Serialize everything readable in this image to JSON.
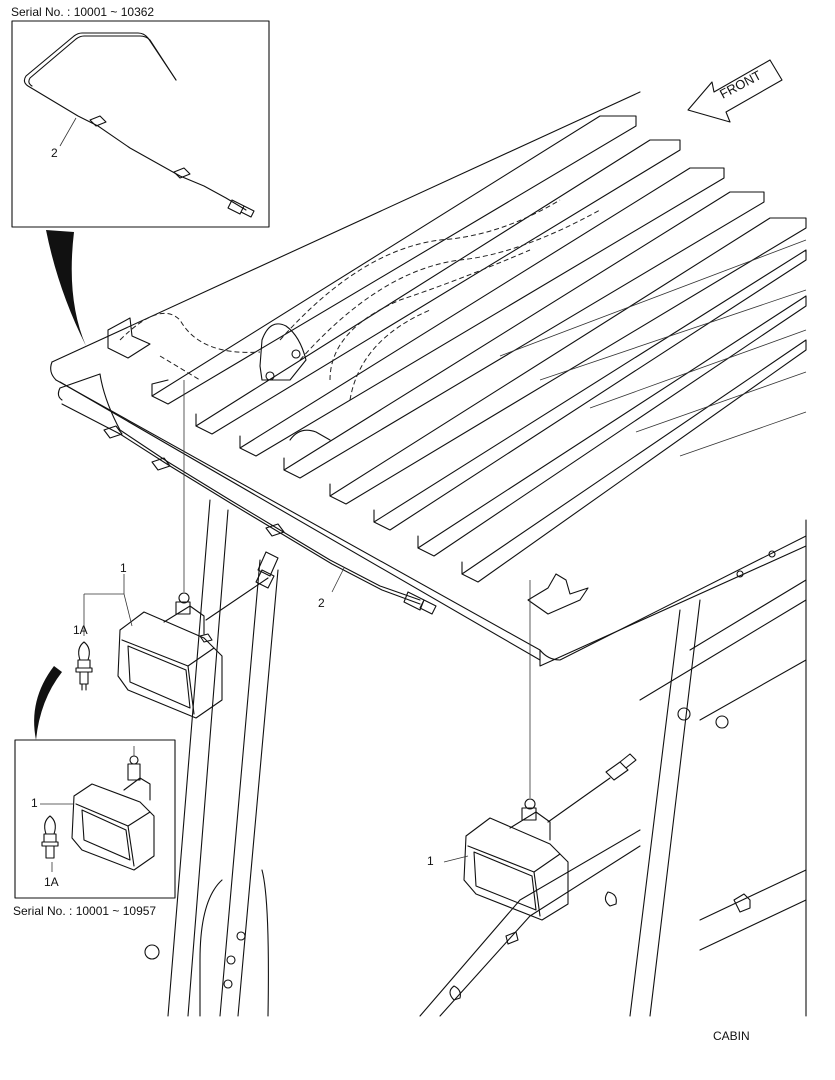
{
  "header": {
    "serial_top": "Serial No. : 10001 ~ 10362"
  },
  "inset_bottom": {
    "serial": "Serial No. : 10001 ~ 10957"
  },
  "direction": {
    "front_label": "FRONT"
  },
  "callouts": {
    "harness": "2",
    "lamp": "1",
    "bulb": "1A"
  },
  "footer": {
    "section_label": "CABIN"
  }
}
